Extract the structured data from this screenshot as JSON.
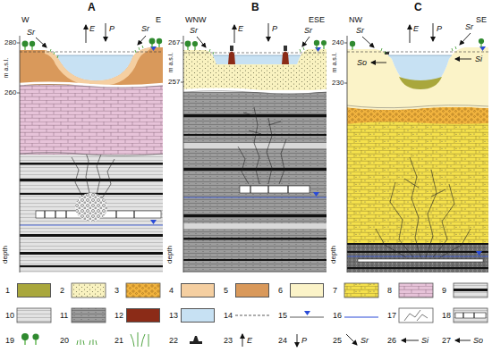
{
  "diagram": {
    "labels": [
      "A",
      "W",
      "E",
      "280",
      "m a.s.l.",
      "260",
      "Sr",
      "E",
      "P",
      "Sr",
      "depth",
      "B",
      "WNW",
      "ESE",
      "267",
      "m a.s.l.",
      "257",
      "Sr",
      "E",
      "P",
      "Sr",
      "depth",
      "C",
      "NW",
      "SE",
      "240",
      "m a.s.l.",
      "230",
      "Sr",
      "E",
      "P",
      "Sr",
      "So",
      "Si",
      "depth",
      "E",
      "P",
      "Sr",
      "Si",
      "So"
    ],
    "legend": [
      {
        "text": "1",
        "color": "#a9a73c"
      },
      {
        "text": "2"
      },
      {
        "text": "3"
      },
      {
        "text": "4",
        "color": "#f5cfa1"
      },
      {
        "text": "5",
        "color": "#d9995b"
      },
      {
        "text": "6",
        "color": "#fbf3c8"
      },
      {
        "text": "7"
      },
      {
        "text": "8"
      },
      {
        "text": "9"
      },
      {
        "text": "10"
      },
      {
        "text": "11"
      },
      {
        "text": "12",
        "color": "#8b2b17"
      },
      {
        "text": "13",
        "color": "#c7e1f3"
      },
      {
        "text": "14"
      },
      {
        "text": "15"
      },
      {
        "text": "16"
      },
      {
        "text": "17"
      },
      {
        "text": "18"
      },
      {
        "text": "19"
      },
      {
        "text": "20"
      },
      {
        "text": "21"
      },
      {
        "text": "22"
      },
      {
        "text": "23"
      },
      {
        "text": "24"
      },
      {
        "text": "25"
      },
      {
        "text": "26"
      },
      {
        "text": "27"
      }
    ]
  }
}
